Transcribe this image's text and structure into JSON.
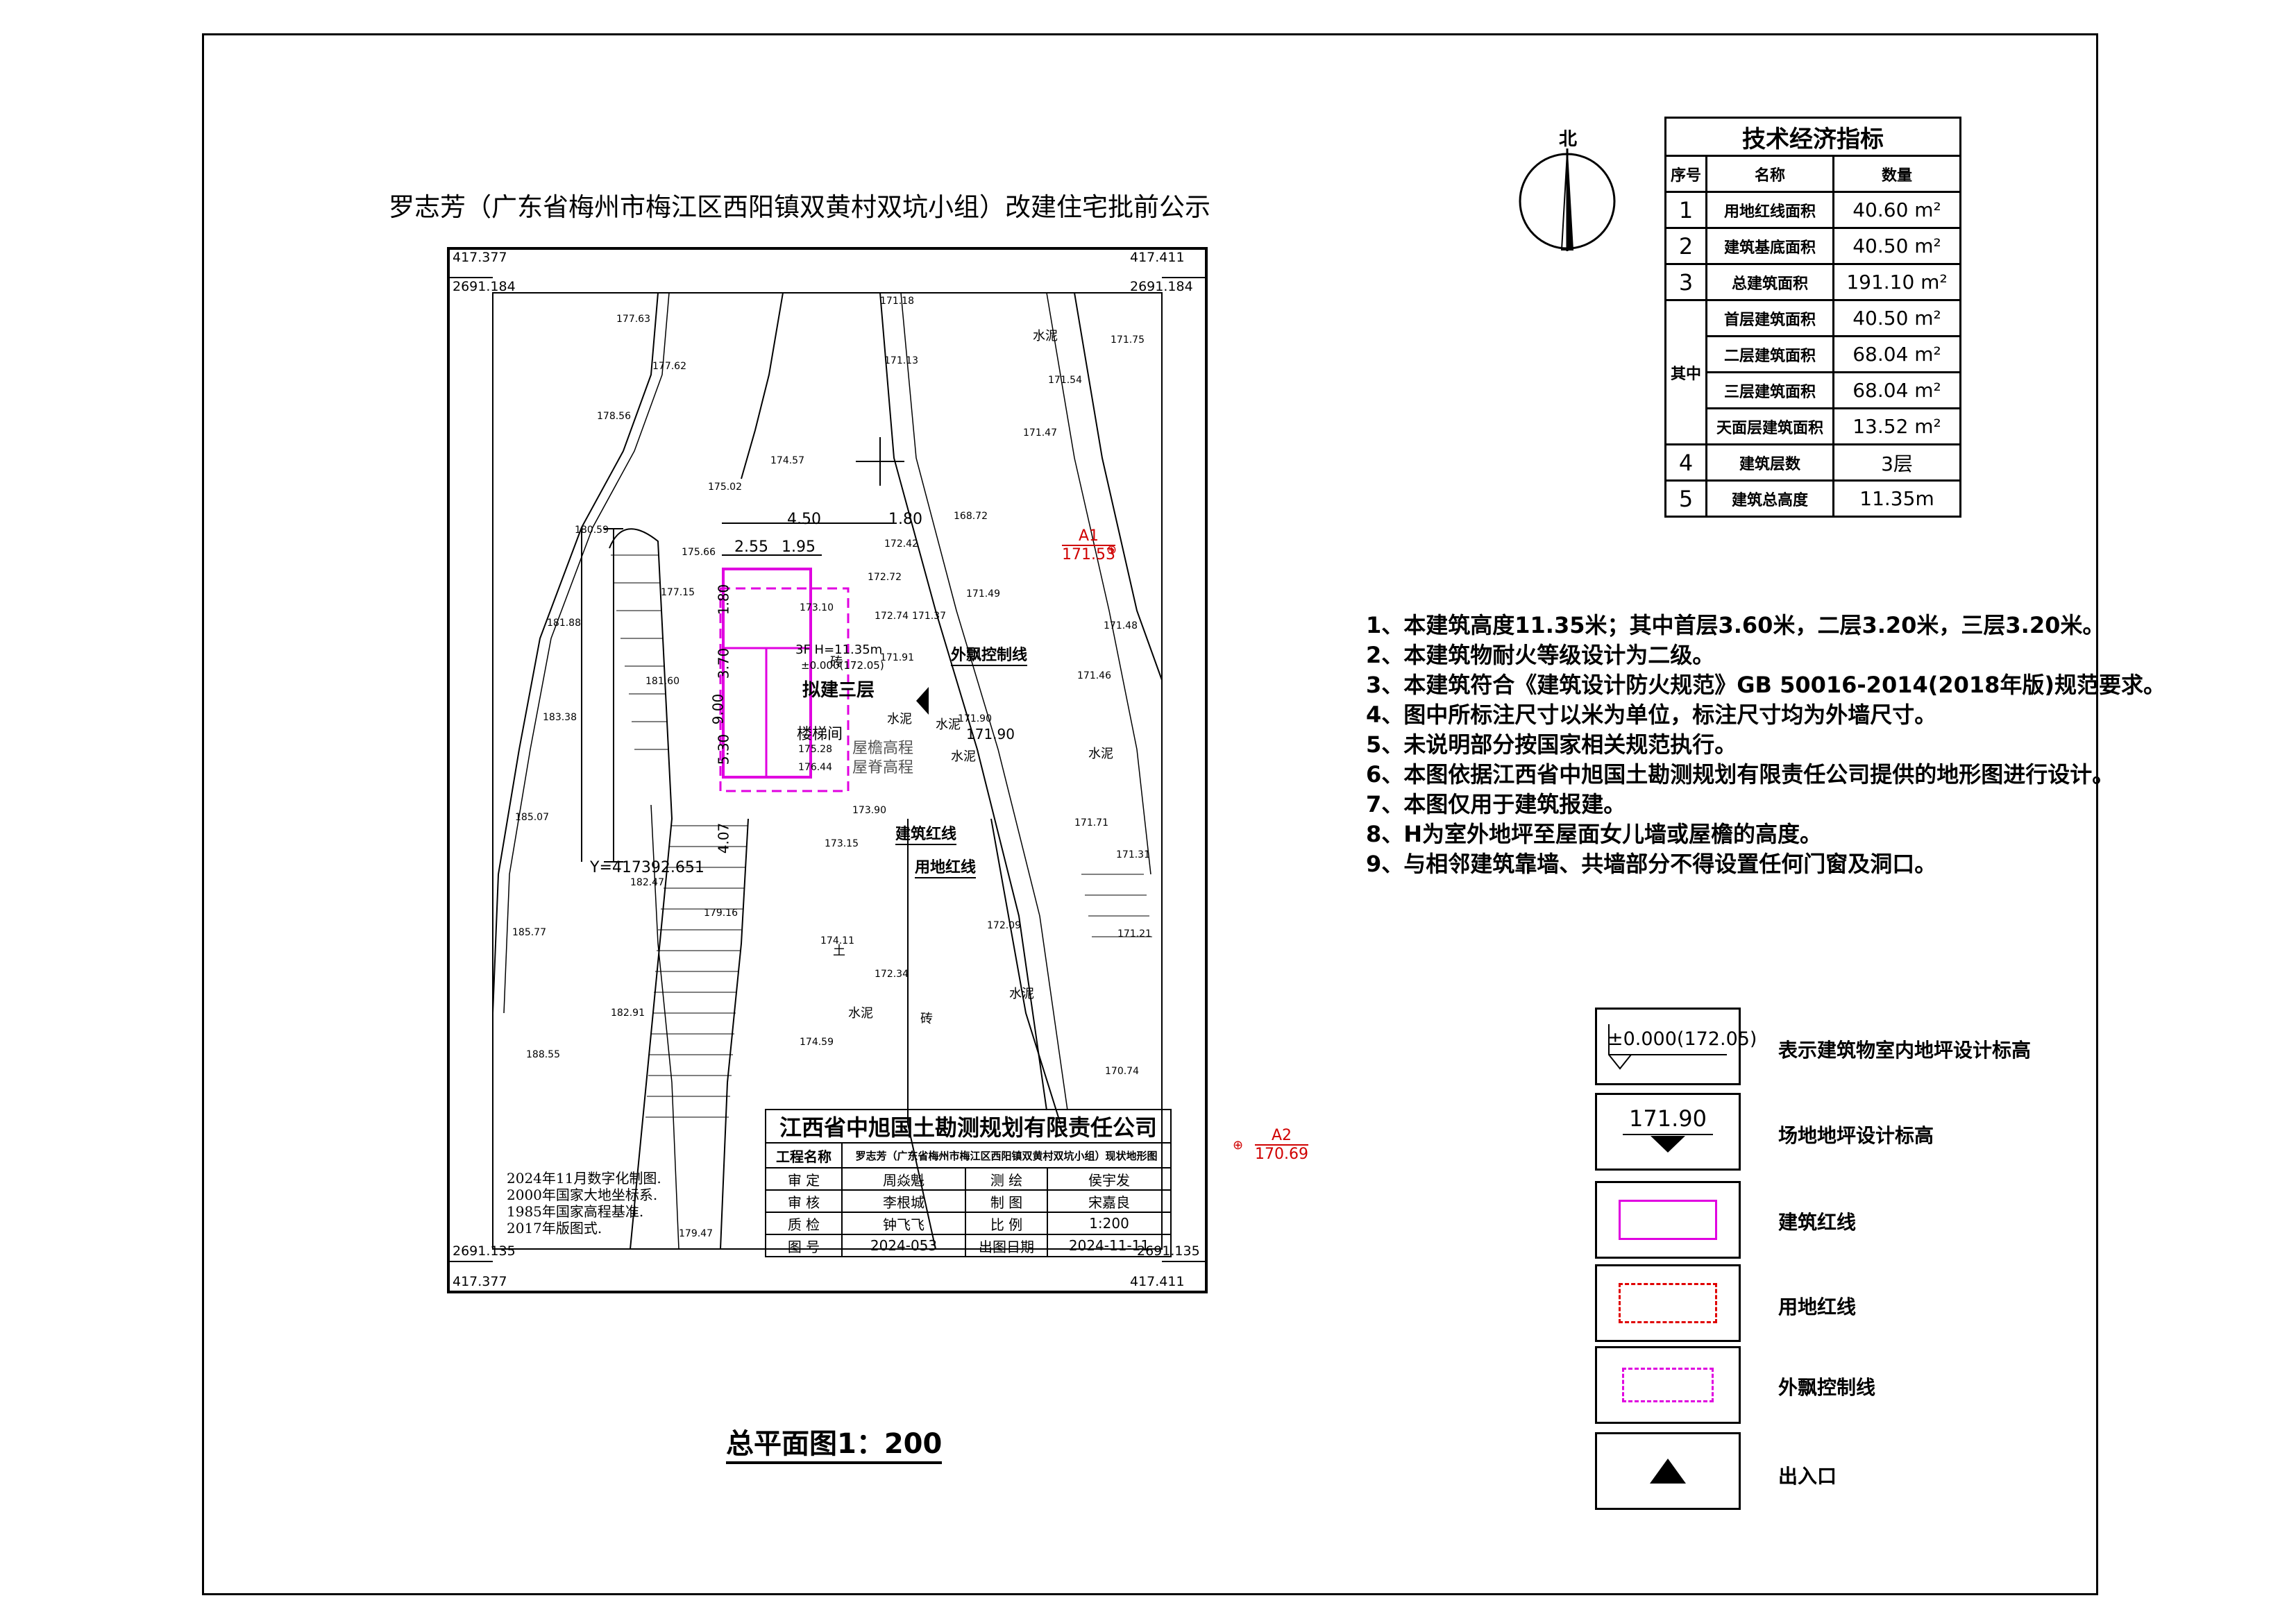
{
  "title": "罗志芳（广东省梅州市梅江区西阳镇双黄村双坑小组）改建住宅批前公示",
  "compass_label": "北",
  "tech_table": {
    "caption": "技术经济指标",
    "headers": [
      "序号",
      "名称",
      "数量"
    ],
    "rows": [
      {
        "no": "1",
        "name": "用地红线面积",
        "value": "40.60 m²"
      },
      {
        "no": "2",
        "name": "建筑基底面积",
        "value": "40.50 m²"
      },
      {
        "no": "3",
        "name": "总建筑面积",
        "value": "191.10 m²"
      },
      {
        "no": "",
        "name": "首层建筑面积",
        "value": "40.50 m²"
      },
      {
        "no": "",
        "name": "二层建筑面积",
        "value": "68.04 m²"
      },
      {
        "no": "",
        "name": "三层建筑面积",
        "value": "68.04 m²"
      },
      {
        "no": "",
        "name": "天面层建筑面积",
        "value": "13.52 m²"
      },
      {
        "no": "4",
        "name": "建筑层数",
        "value": "3层"
      },
      {
        "no": "5",
        "name": "建筑总高度",
        "value": "11.35m"
      }
    ],
    "group_label": "其中"
  },
  "notes": [
    "1、本建筑高度11.35米；其中首层3.60米，二层3.20米，三层3.20米。",
    "2、本建筑物耐火等级设计为二级。",
    "3、本建筑符合《建筑设计防火规范》GB 50016-2014(2018年版)规范要求。",
    "4、图中所标注尺寸以米为单位，标注尺寸均为外墙尺寸。",
    "5、未说明部分按国家相关规范执行。",
    "6、本图依据江西省中旭国土勘测规划有限责任公司提供的地形图进行设计。",
    "7、本图仅用于建筑报建。",
    "8、H为室外地坪至屋面女儿墙或屋檐的高度。",
    "9、与相邻建筑靠墙、共墙部分不得设置任何门窗及洞口。"
  ],
  "legend": [
    {
      "symbol_text": "±0.000(172.05)",
      "label": "表示建筑物室内地坪设计标高"
    },
    {
      "symbol_text": "171.90",
      "label": "场地地坪设计标高"
    },
    {
      "symbol_text": "",
      "label": "建筑红线",
      "color": "#e000e0"
    },
    {
      "symbol_text": "",
      "label": "用地红线",
      "color": "#e00000"
    },
    {
      "symbol_text": "",
      "label": "外飘控制线",
      "color": "#e000e0"
    },
    {
      "symbol_text": "",
      "label": "出入口"
    }
  ],
  "map": {
    "corner_coords": {
      "tl_x": "417.377",
      "tl_y": "2691.184",
      "tr_x": "417.411",
      "tr_y": "2691.184",
      "bl_y": "2691.135",
      "bl_x": "417.377",
      "br_y": "2691.135",
      "br_x": "417.411"
    },
    "y_coord": "Y=417392.651",
    "elevations": [
      "177.63",
      "177.62",
      "178.56",
      "175.02",
      "180.59",
      "181.88",
      "181.60",
      "183.38",
      "185.07",
      "182.47",
      "185.77",
      "182.91",
      "188.55",
      "179.16",
      "174.11",
      "172.34",
      "174.59",
      "179.47",
      "171.18",
      "171.13",
      "174.57",
      "171.54",
      "171.75",
      "171.47",
      "168.72",
      "172.42",
      "172.72",
      "171.37",
      "171.49",
      "171.48",
      "171.46",
      "171.71",
      "171.31",
      "171.21",
      "172.09",
      "170.74",
      "175.28",
      "176.44",
      "171.90",
      "173.15",
      "173.10",
      "172.74",
      "171.91",
      "173.90",
      "175.66",
      "177.15"
    ],
    "surface_labels": [
      "水泥",
      "水泥",
      "水泥",
      "水泥",
      "水泥",
      "水泥",
      "砖",
      "砖",
      "土"
    ],
    "dims": [
      "4.50",
      "1.80",
      "2.55",
      "1.95",
      "1.80",
      "3.70",
      "9.00",
      "5.30",
      "4.07"
    ],
    "building": {
      "height_note": "3F H=11.35m",
      "floor_elev": "±0.000(172.05)",
      "label": "拟建三层",
      "stair": "楼梯间",
      "roof1": "屋檐高程",
      "roof2": "屋脊高程",
      "surface": "水泥"
    },
    "callouts": {
      "overhang": "外飘控制线",
      "building_line": "建筑红线",
      "site_line": "用地红线"
    },
    "site_elev": "171.90",
    "markers": [
      {
        "name": "A1",
        "value": "171.53"
      },
      {
        "name": "A2",
        "value": "170.69"
      }
    ]
  },
  "footnote": [
    "2024年11月数字化制图.",
    "2000年国家大地坐标系.",
    "1985年国家高程基准.",
    "2017年版图式."
  ],
  "title_block": {
    "company": "江西省中旭国土勘测规划有限责任公司",
    "project_label": "工程名称",
    "project": "罗志芳（广东省梅州市梅江区西阳镇双黄村双坑小组）现状地形图",
    "rows": [
      [
        "审  定",
        "周焱魁",
        "测  绘",
        "侯宇发"
      ],
      [
        "审  核",
        "李根城",
        "制  图",
        "宋嘉良"
      ],
      [
        "质  检",
        "钟飞飞",
        "比  例",
        "1:200"
      ],
      [
        "图  号",
        "2024-053",
        "出图日期",
        "2024-11-11"
      ]
    ]
  },
  "scale_title": "总平面图1：200",
  "colors": {
    "building_line": "#e000e0",
    "site_line": "#e00000",
    "marker": "#d00000"
  }
}
